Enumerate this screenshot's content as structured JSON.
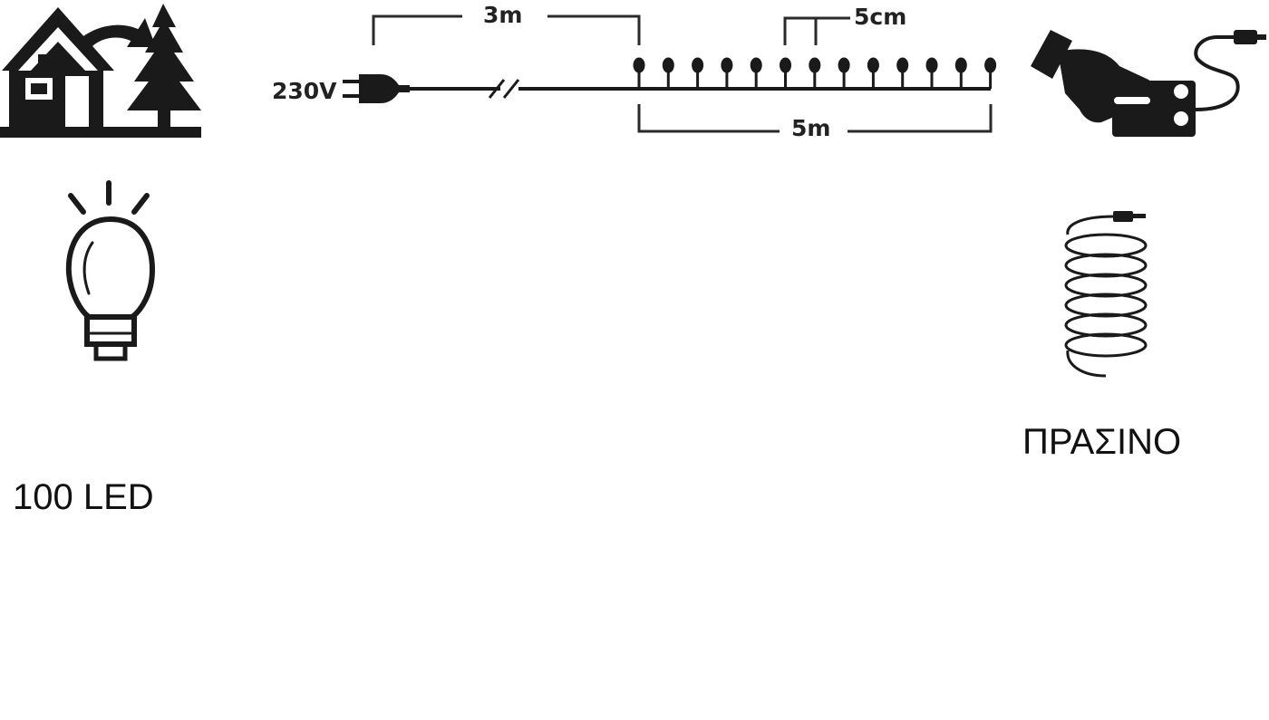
{
  "diagram": {
    "voltage_label": "230V",
    "lead_length_label": "3m",
    "spacing_label": "5cm",
    "lit_length_label": "5m",
    "led_count_label": "100 LED",
    "color_label": "ΠΡΑΣΙΝΟ",
    "icons": {
      "indoor_outdoor": "house-tree-icon",
      "bulb": "led-bulb-icon",
      "controller": "hand-controller-icon",
      "wire_coil": "coiled-wire-icon"
    },
    "colors": {
      "ink": "#1a1a1a",
      "background": "#ffffff"
    }
  }
}
